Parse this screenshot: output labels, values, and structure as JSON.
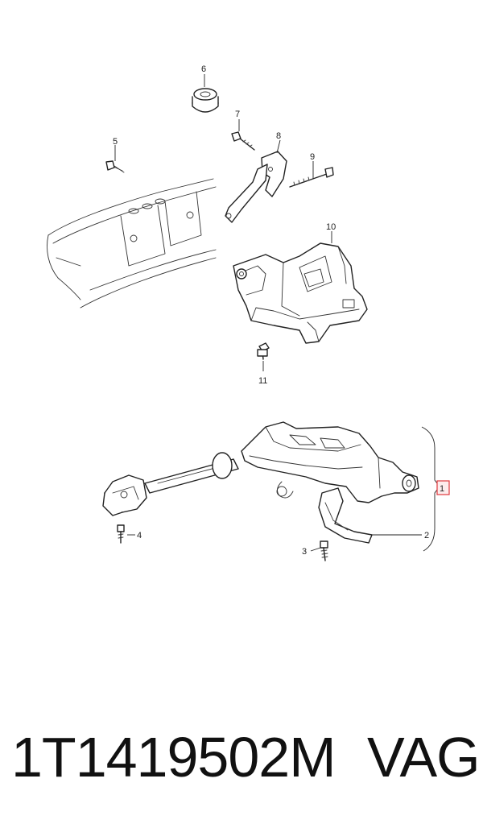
{
  "callouts": [
    "1",
    "2",
    "3",
    "4",
    "5",
    "6",
    "7",
    "8",
    "9",
    "10",
    "11"
  ],
  "footer": {
    "part_number": "1T1419502M",
    "brand": "VAG"
  },
  "colors": {
    "highlight": "#e0393e",
    "ink": "#222222"
  }
}
